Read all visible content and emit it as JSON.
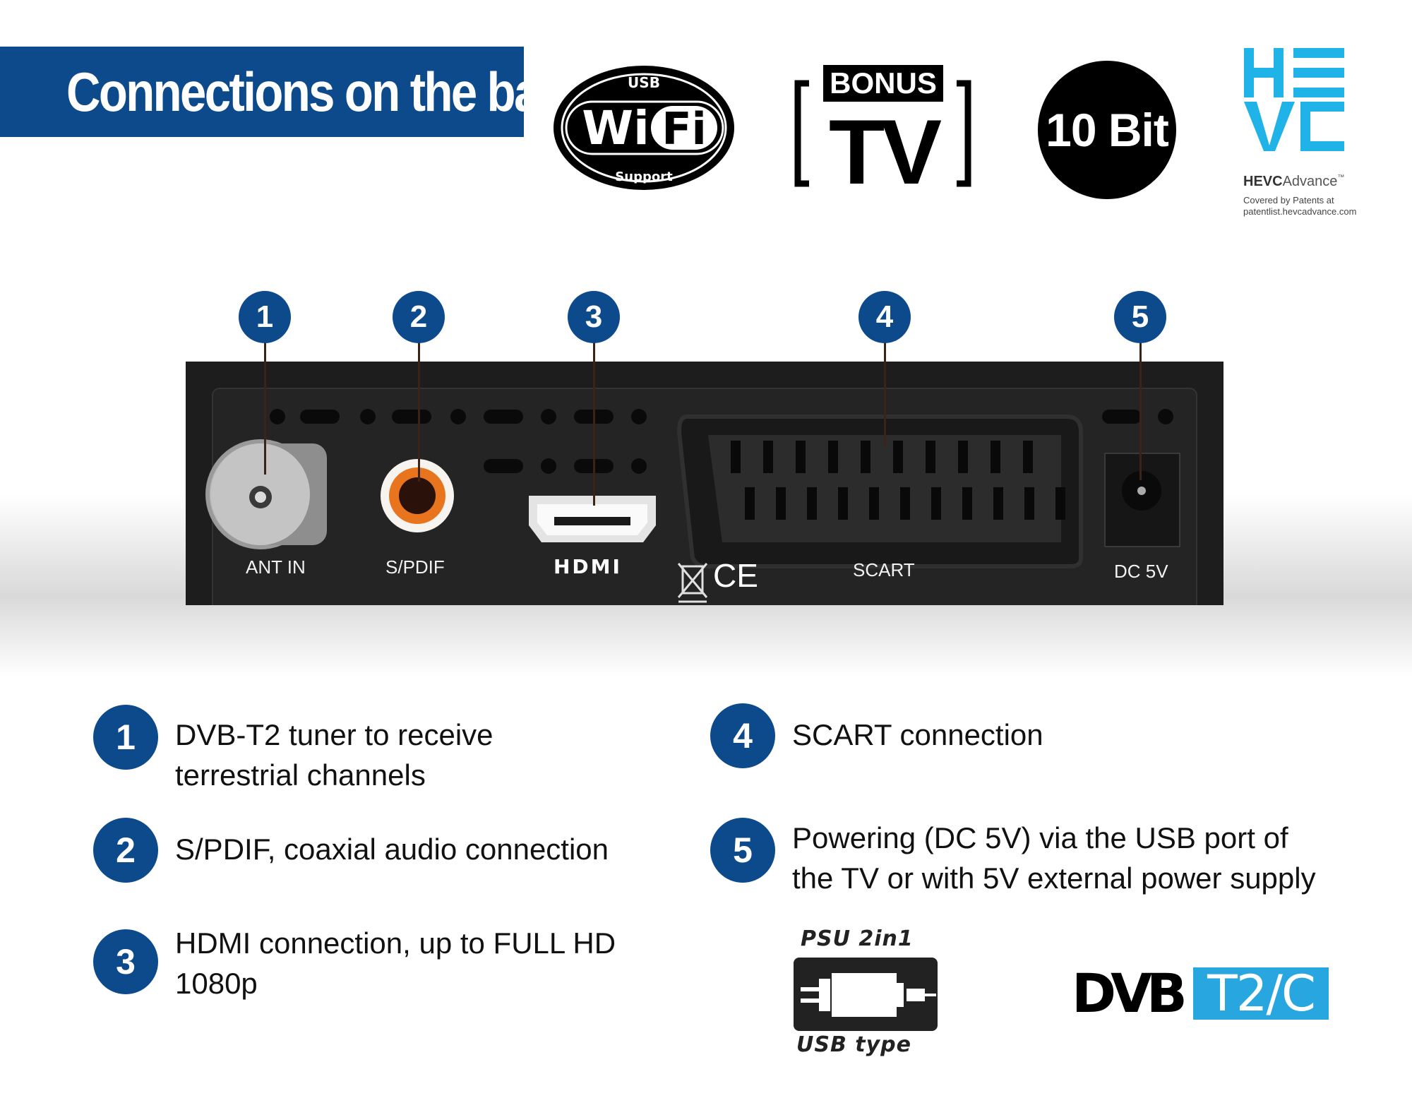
{
  "header": {
    "title": "Connections on the back"
  },
  "logos": {
    "wifi": {
      "top": "USB",
      "main_left": "Wi",
      "main_right": "Fi",
      "bottom": "Support"
    },
    "bonus_tv": {
      "top": "BONUS",
      "main": "TV"
    },
    "bit_depth": "10 Bit",
    "hevc": {
      "brand": "HEVC",
      "advance": "Advance",
      "tm": "™",
      "note_line1": "Covered by Patents at",
      "note_line2": "patentlist.hevcadvance.com"
    }
  },
  "device": {
    "labels": {
      "ant_in": "ANT IN",
      "spdif": "S/PDIF",
      "hdmi": "HDMI",
      "scart": "SCART",
      "dc": "DC 5V",
      "ce": "CE"
    },
    "callouts": [
      "1",
      "2",
      "3",
      "4",
      "5"
    ]
  },
  "features": [
    {
      "num": "1",
      "text": "DVB-T2 tuner to receive\nterrestrial channels"
    },
    {
      "num": "2",
      "text": "S/PDIF, coaxial audio connection"
    },
    {
      "num": "3",
      "text": "HDMI connection, up to FULL HD\n1080p"
    },
    {
      "num": "4",
      "text": "SCART connection"
    },
    {
      "num": "5",
      "text": "Powering (DC 5V) via the USB port of\nthe TV or with 5V external power supply"
    }
  ],
  "psu": {
    "title": "PSU 2in1",
    "subtitle": "USB type"
  },
  "dvb": {
    "left": "DVB",
    "right": "T2/C"
  },
  "colors": {
    "brand_blue": "#0d4a8c",
    "dvb_cyan": "#27a6df",
    "hevc_cyan": "#1fb3e8",
    "spdif_orange": "#e8741e"
  }
}
